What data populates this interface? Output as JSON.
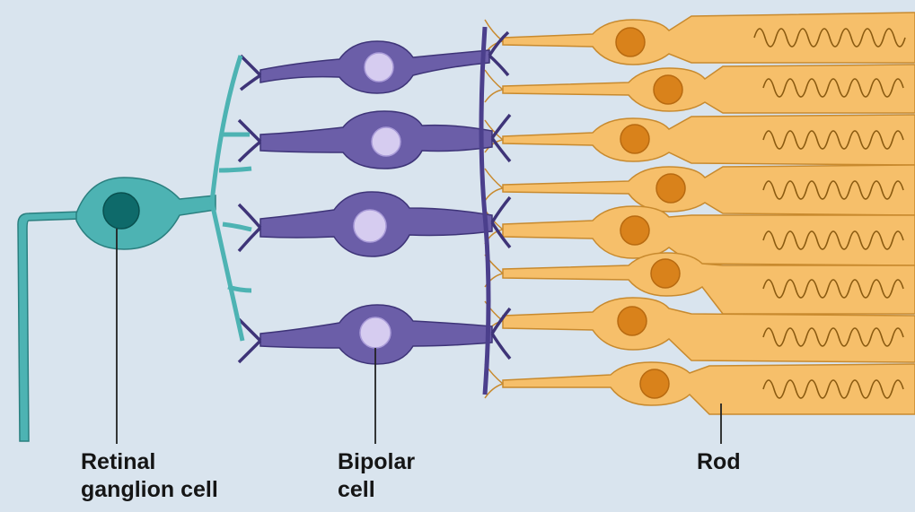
{
  "labels": {
    "ganglion": {
      "line1": "Retinal",
      "line2": "ganglion cell"
    },
    "bipolar": {
      "line1": "Bipolar",
      "line2": "cell"
    },
    "rod": {
      "line1": "Rod"
    }
  },
  "colors": {
    "background": "#d9e4ee",
    "ganglion_cell": "#4db3b3",
    "ganglion_nucleus": "#0e6a6a",
    "bipolar_cell": "#6b5ea8",
    "bipolar_nucleus": "#d6ccf0",
    "rod_cell": "#f6bf6a",
    "rod_outline": "#c88a2e",
    "rod_nucleus": "#d9821b",
    "leader_line": "#222222"
  }
}
